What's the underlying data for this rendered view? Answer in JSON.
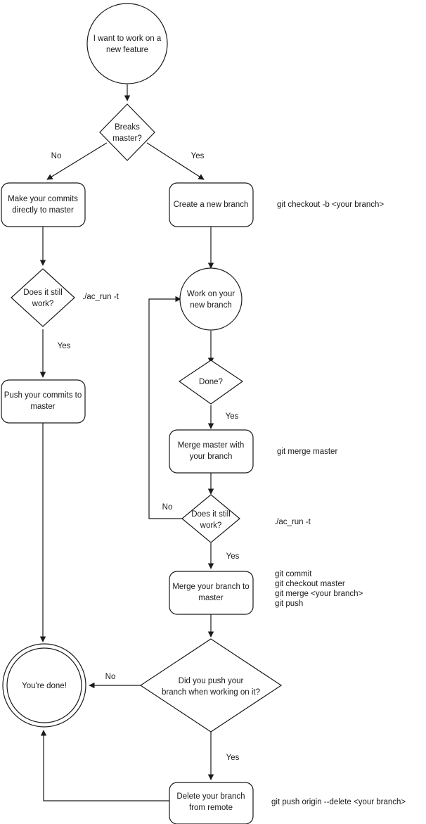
{
  "diagram": {
    "title": "Git branching workflow flowchart",
    "type": "flowchart",
    "colors": {
      "stroke": "#1a1a1a",
      "fill": "#ffffff",
      "background": "#ffffff"
    }
  },
  "nodes": {
    "start": {
      "label_line1": "I want to work on a",
      "label_line2": "new feature",
      "shape": "circle"
    },
    "breaks_master": {
      "label_line1": "Breaks",
      "label_line2": "master?",
      "shape": "diamond"
    },
    "make_commits": {
      "label_line1": "Make your commits",
      "label_line2": "directly to master",
      "shape": "rounded-rect"
    },
    "create_branch": {
      "label_line1": "Create a new branch",
      "label_line2": "",
      "shape": "rounded-rect"
    },
    "does_it_work_left": {
      "label_line1": "Does it still",
      "label_line2": "work?",
      "shape": "diamond"
    },
    "push_commits": {
      "label_line1": "Push your commits to",
      "label_line2": "master",
      "shape": "rounded-rect"
    },
    "work_on_branch": {
      "label_line1": "Work on your",
      "label_line2": "new branch",
      "shape": "circle"
    },
    "done_question": {
      "label_line1": "Done?",
      "label_line2": "",
      "shape": "diamond"
    },
    "merge_master": {
      "label_line1": "Merge master with",
      "label_line2": "your branch",
      "shape": "rounded-rect"
    },
    "does_it_work_right": {
      "label_line1": "Does it still",
      "label_line2": "work?",
      "shape": "diamond"
    },
    "merge_branch": {
      "label_line1": "Merge your branch to",
      "label_line2": "master",
      "shape": "rounded-rect"
    },
    "did_you_push": {
      "label_line1": "Did you push your",
      "label_line2": "branch when working on it?",
      "shape": "diamond"
    },
    "delete_branch": {
      "label_line1": "Delete your branch",
      "label_line2": "from remote",
      "shape": "rounded-rect"
    },
    "youre_done": {
      "label_line1": "You're done!",
      "label_line2": "",
      "shape": "double-circle"
    }
  },
  "edge_labels": {
    "breaks_no": "No",
    "breaks_yes": "Yes",
    "work_left_yes": "Yes",
    "done_yes": "Yes",
    "work_right_no": "No",
    "work_right_yes": "Yes",
    "push_no": "No",
    "push_yes": "Yes"
  },
  "annotations": {
    "create_branch_cmd": "git checkout -b <your branch>",
    "ac_run_left": "./ac_run -t",
    "merge_master_cmd": "git merge master",
    "ac_run_right": "./ac_run -t",
    "merge_branch_cmd_1": "git commit",
    "merge_branch_cmd_2": "git checkout master",
    "merge_branch_cmd_3": "git merge <your branch>",
    "merge_branch_cmd_4": "git push",
    "delete_branch_cmd": "git push origin --delete <your branch>"
  }
}
